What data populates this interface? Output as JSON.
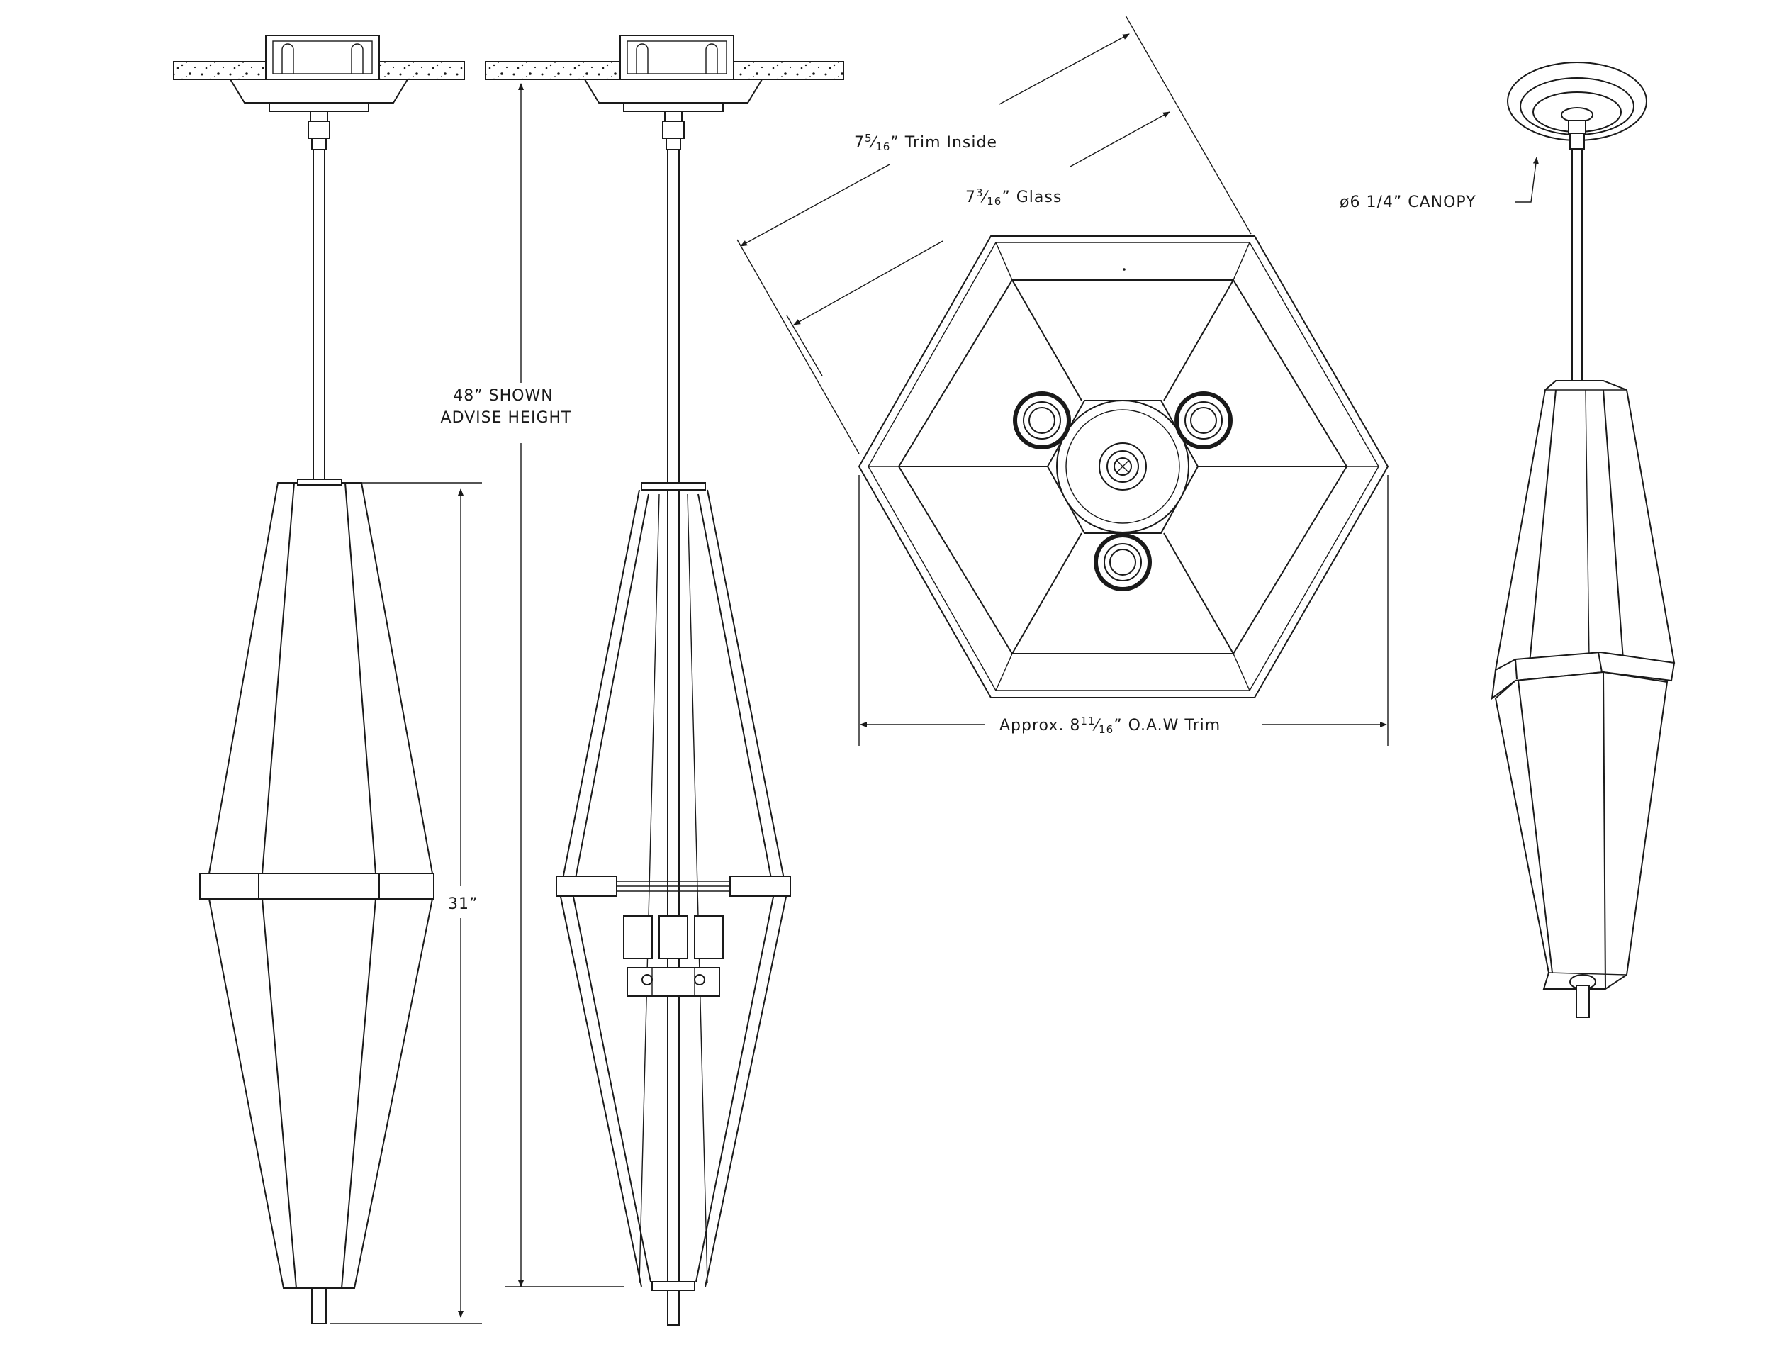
{
  "annotations": {
    "trim_inside": {
      "whole": "7",
      "num": "5",
      "den": "16",
      "suffix": "” Trim Inside"
    },
    "glass": {
      "whole": "7",
      "num": "3",
      "den": "16",
      "suffix": "” Glass"
    },
    "oaw_trim": {
      "prefix": "Approx. 8",
      "num": "11",
      "den": "16",
      "suffix": "” O.A.W Trim"
    },
    "canopy": "ø6 1/4” CANOPY",
    "shown_height": "48” SHOWN",
    "advise_height": "ADVISE HEIGHT",
    "body_height": "31”"
  },
  "views": [
    "front-elevation",
    "cutaway-elevation",
    "bottom-plan-view",
    "perspective-view"
  ],
  "colors": {
    "line": "#1a1a1a",
    "background": "#ffffff"
  }
}
